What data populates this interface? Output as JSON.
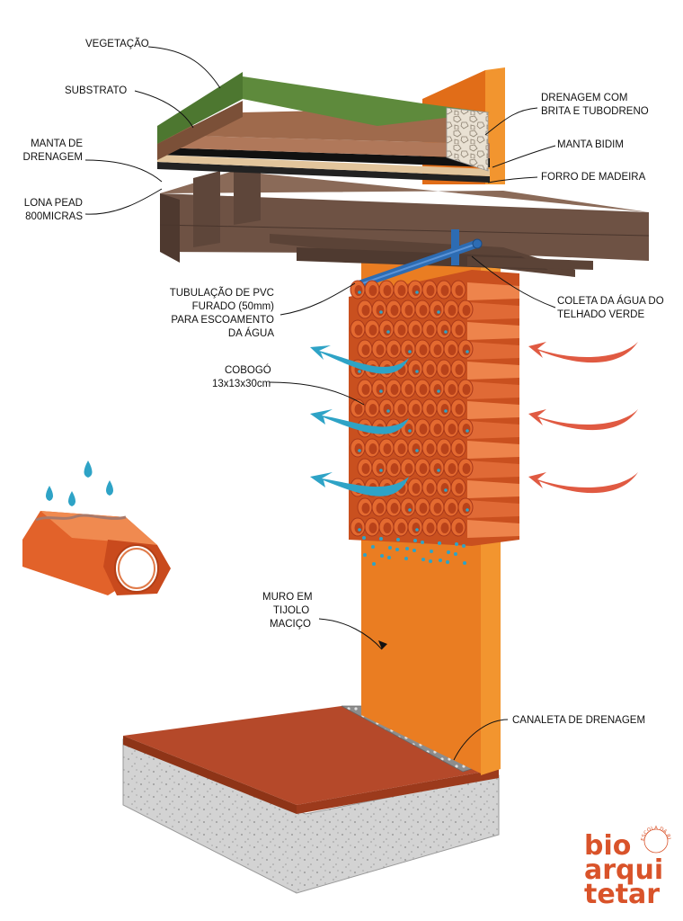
{
  "labels": {
    "vegetacao": "VEGETAÇÃO",
    "substrato": "SUBSTRATO",
    "manta_drenagem_1": "MANTA DE",
    "manta_drenagem_2": "DRENAGEM",
    "lona_1": "LONA PEAD",
    "lona_2": "800MICRAS",
    "drenagem_brita_1": "DRENAGEM COM",
    "drenagem_brita_2": "BRITA E TUBODRENO",
    "manta_bidim": "MANTA BIDIM",
    "forro": "FORRO DE MADEIRA",
    "tubulacao_1": "TUBULAÇÃO DE PVC",
    "tubulacao_2": "FURADO (50mm)",
    "tubulacao_3": "PARA ESCOAMENTO",
    "tubulacao_4": "DA ÁGUA",
    "coleta_1": "COLETA DA ÁGUA DO",
    "coleta_2": "TELHADO VERDE",
    "cobogo_1": "COBOGÓ",
    "cobogo_2": "13x13x30cm",
    "muro_1": "MURO EM",
    "muro_2": "TIJOLO",
    "muro_3": "MACIÇO",
    "canaleta": "CANALETA DE DRENAGEM"
  },
  "logo": {
    "line1": "bio",
    "line2": "arqui",
    "line3": "tetar",
    "ring_text": "ESCOLA DA BIOCONSTRUÇÃO"
  },
  "colors": {
    "vegetation": "#5e8a3c",
    "substrate": "#b0785a",
    "sand": "#e2c59c",
    "wood": "#6e5244",
    "wall": "#ea7d22",
    "brick": "#d7562a",
    "water": "#2ea3c6",
    "warm_air": "#e05a42",
    "floor": "#b5492a",
    "concrete": "#d3d3d3",
    "pipe": "#2d6cb3",
    "logo": "#d9532a"
  }
}
